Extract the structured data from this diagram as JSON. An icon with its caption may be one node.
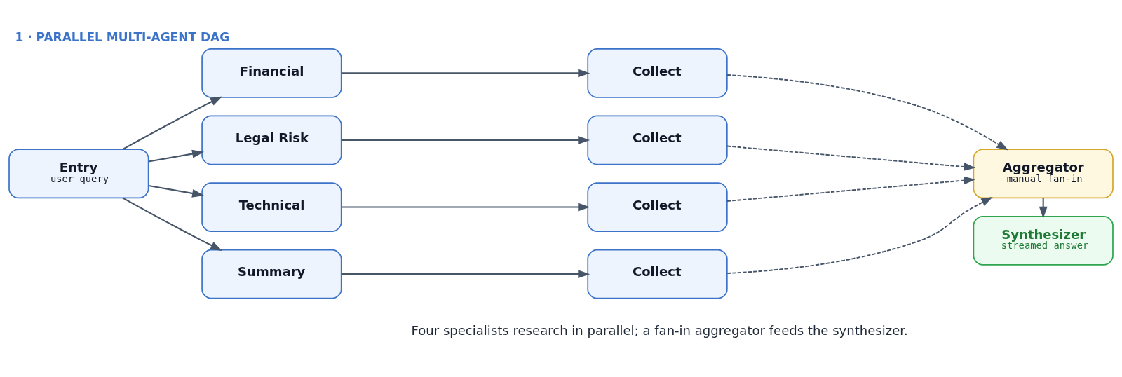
{
  "diagram": {
    "title": "1 · PARALLEL MULTI-AGENT DAG",
    "caption": "Four specialists research in parallel; a fan-in aggregator feeds the synthesizer.",
    "nodes": [
      {
        "text": [
          "Entry",
          "user query"
        ]
      },
      {
        "text": [
          "Financial"
        ]
      },
      {
        "text": [
          "Legal Risk"
        ]
      },
      {
        "text": [
          "Technical"
        ]
      },
      {
        "text": [
          "Summary"
        ]
      },
      {
        "text": [
          "Collect"
        ]
      },
      {
        "text": [
          "Collect"
        ]
      },
      {
        "text": [
          "Collect"
        ]
      },
      {
        "text": [
          "Collect"
        ]
      },
      {
        "text": [
          "Aggregator",
          "manual fan-in"
        ]
      },
      {
        "text": [
          "Synthesizer",
          "streamed answer"
        ]
      }
    ],
    "edges": [
      {
        "from": 0,
        "to": 1,
        "arrow": "to"
      },
      {
        "from": 0,
        "to": 2,
        "arrow": "to"
      },
      {
        "from": 0,
        "to": 3,
        "arrow": "to"
      },
      {
        "from": 0,
        "to": 4,
        "arrow": "to"
      },
      {
        "from": 1,
        "to": 5,
        "arrow": "to"
      },
      {
        "from": 2,
        "to": 6,
        "arrow": "to"
      },
      {
        "from": 3,
        "to": 7,
        "arrow": "to"
      },
      {
        "from": 4,
        "to": 8,
        "arrow": "to"
      },
      {
        "from": 5,
        "to": 9,
        "arrow": "to",
        "style": "dashed"
      },
      {
        "from": 6,
        "to": 9,
        "arrow": "to",
        "style": "dashed"
      },
      {
        "from": 7,
        "to": 9,
        "arrow": "to",
        "style": "dashed"
      },
      {
        "from": 8,
        "to": 9,
        "arrow": "to",
        "style": "dashed"
      },
      {
        "from": 9,
        "to": 10,
        "arrow": "to"
      }
    ]
  }
}
